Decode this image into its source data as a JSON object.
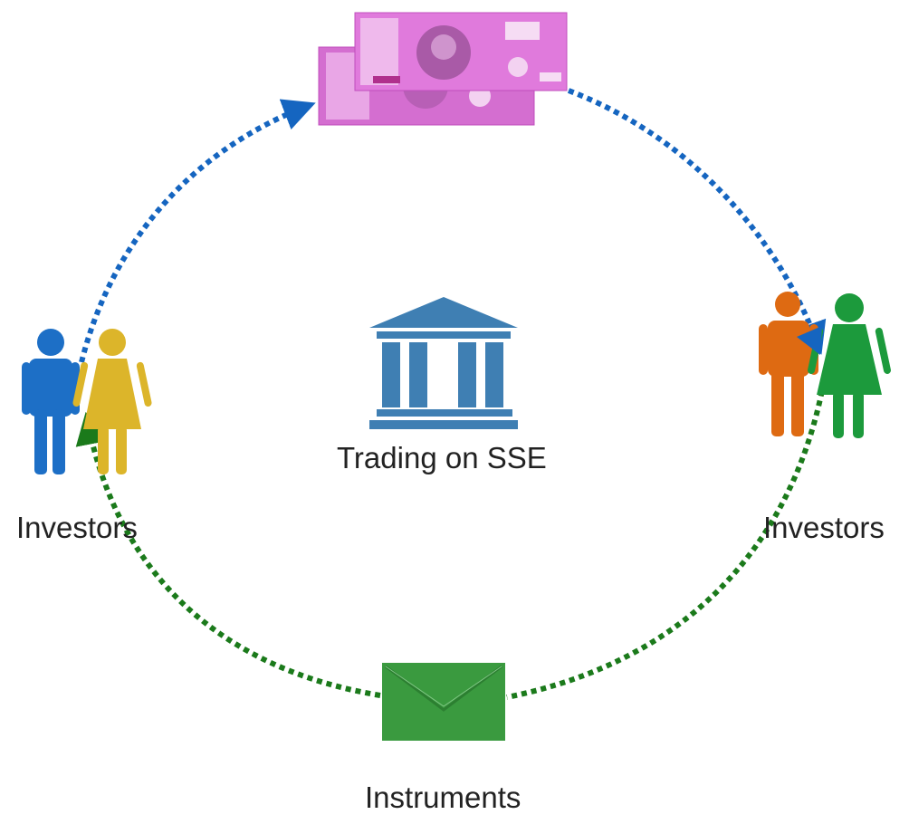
{
  "labels": {
    "center": "Trading on SSE",
    "investors_left": "Investors",
    "investors_right": "Investors",
    "instruments": "Instruments"
  },
  "colors": {
    "money_flow": "#1565c0",
    "instrument_flow": "#1b7a1b",
    "exchange_building": "#3f7fb3",
    "banknote": "#d46ed0",
    "envelope": "#3a9a3f",
    "investor_left_man": "#1d6fc6",
    "investor_left_woman": "#dcb52a",
    "investor_right_man": "#de6a12",
    "investor_right_woman": "#1c9a3c"
  },
  "icons": {
    "exchange": "bank-building-icon",
    "money": "rupee-banknotes-icon",
    "instrument": "envelope-icon",
    "investors": "man-woman-icon"
  }
}
